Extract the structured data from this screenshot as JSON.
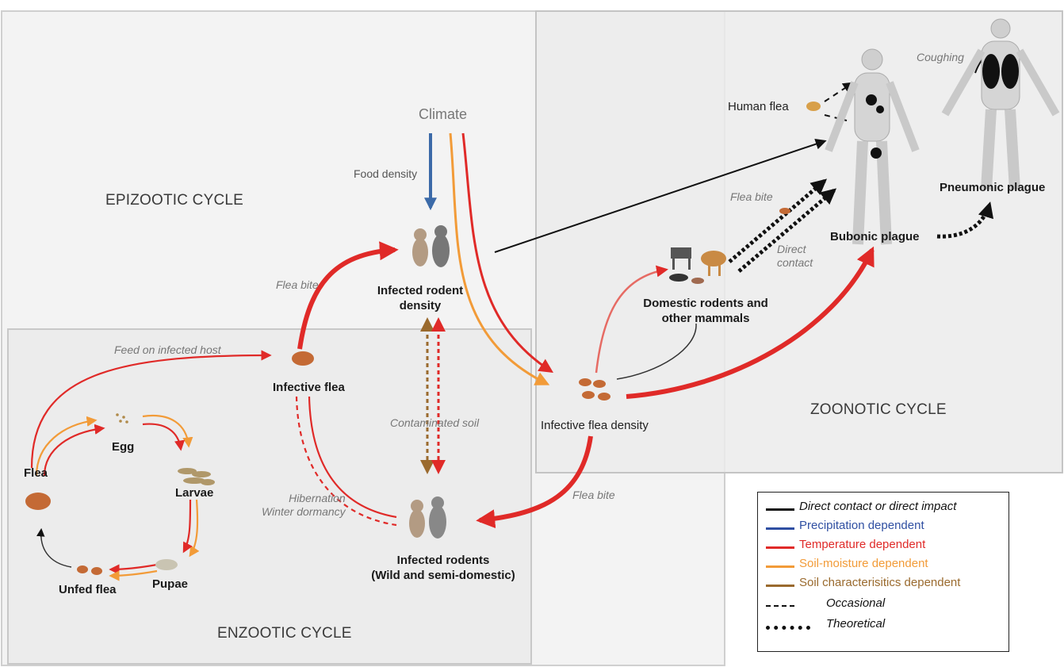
{
  "cycles": {
    "epizootic": "EPIZOOTIC CYCLE",
    "enzootic": "ENZOOTIC CYCLE",
    "zoonotic": "ZOONOTIC CYCLE"
  },
  "nodes": {
    "climate": "Climate",
    "food_density": "Food density",
    "infected_rodent_density": [
      "Infected rodent",
      "density"
    ],
    "infective_flea": "Infective flea",
    "infective_flea_density": "Infective flea density",
    "domestic_rodents": [
      "Domestic rodents and",
      "other mammals"
    ],
    "infected_rodents": [
      "Infected rodents",
      "(Wild and semi-domestic)"
    ],
    "human_flea": "Human flea",
    "bubonic_plague": "Bubonic plague",
    "pneumonic_plague": "Pneumonic plague",
    "flea": "Flea",
    "egg": "Egg",
    "larvae": "Larvae",
    "pupae": "Pupae",
    "unfed_flea": "Unfed flea"
  },
  "edge_labels": {
    "flea_bite_1": "Flea bite",
    "feed_on_infected_host": "Feed on infected host",
    "contaminated_soil": "Contaminated soil",
    "hibernation": [
      "Hibernation",
      "Winter dormancy"
    ],
    "flea_bite_2": "Flea bite",
    "flea_bite_3": "Flea bite",
    "direct_contact": [
      "Direct",
      "contact"
    ],
    "coughing": "Coughing"
  },
  "legend": [
    {
      "label": "Direct contact or direct impact",
      "color": "#111111",
      "style": "solid",
      "italic": true
    },
    {
      "label": "Precipitation dependent",
      "color": "#2f4fa2",
      "style": "solid",
      "italic": false
    },
    {
      "label": "Temperature dependent",
      "color": "#e02a28",
      "style": "solid",
      "italic": false
    },
    {
      "label": "Soil-moisture dependent",
      "color": "#f29b38",
      "style": "solid",
      "italic": false
    },
    {
      "label": "Soil characterisitics dependent",
      "color": "#9a6a2e",
      "style": "solid",
      "italic": false
    },
    {
      "label": "Occasional",
      "color": "#111111",
      "style": "dashed",
      "italic": true
    },
    {
      "label": "Theoretical",
      "color": "#111111",
      "style": "dotted-thick",
      "italic": true
    }
  ],
  "colors": {
    "direct": "#111111",
    "precipitation": "#3b6aa8",
    "temperature": "#e02a28",
    "soil_moisture": "#f29b38",
    "soil_characteristics": "#9a6a2e"
  }
}
